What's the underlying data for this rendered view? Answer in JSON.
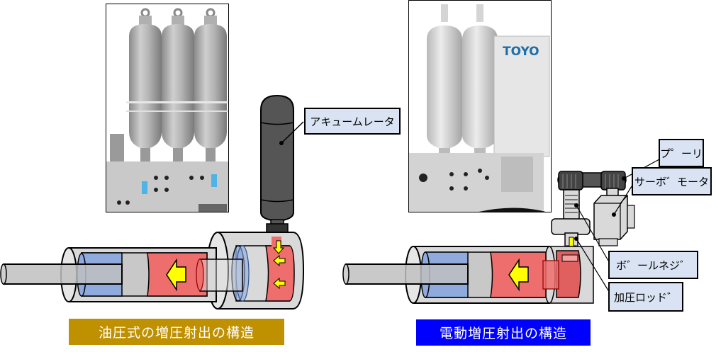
{
  "diagram": {
    "left": {
      "title": "油圧式の増圧射出の構造",
      "caption_color": "#bf9000",
      "labels": {
        "accumulator": "アキュームレータ"
      },
      "photo_alt": "accumulator-unit-photo-three-tanks"
    },
    "right": {
      "title": "電動増圧射出の構造",
      "caption_color": "#0000ff",
      "labels": {
        "pulley": "プ゜ーリ",
        "servo_motor": "サーボ゛モータ",
        "ball_screw": "ボ゛ールネジ゛",
        "pressure_rod": "加圧ロッド゛"
      },
      "photo_logo": "TOYO",
      "photo_alt": "electric-unit-photo-two-tanks"
    },
    "colors": {
      "red_chamber": "#ee6d6d",
      "blue_piston": "#8faadc",
      "arrow": "#ffff00",
      "label_bg": "#dae3f3",
      "logo": "#1f6fa8"
    }
  }
}
